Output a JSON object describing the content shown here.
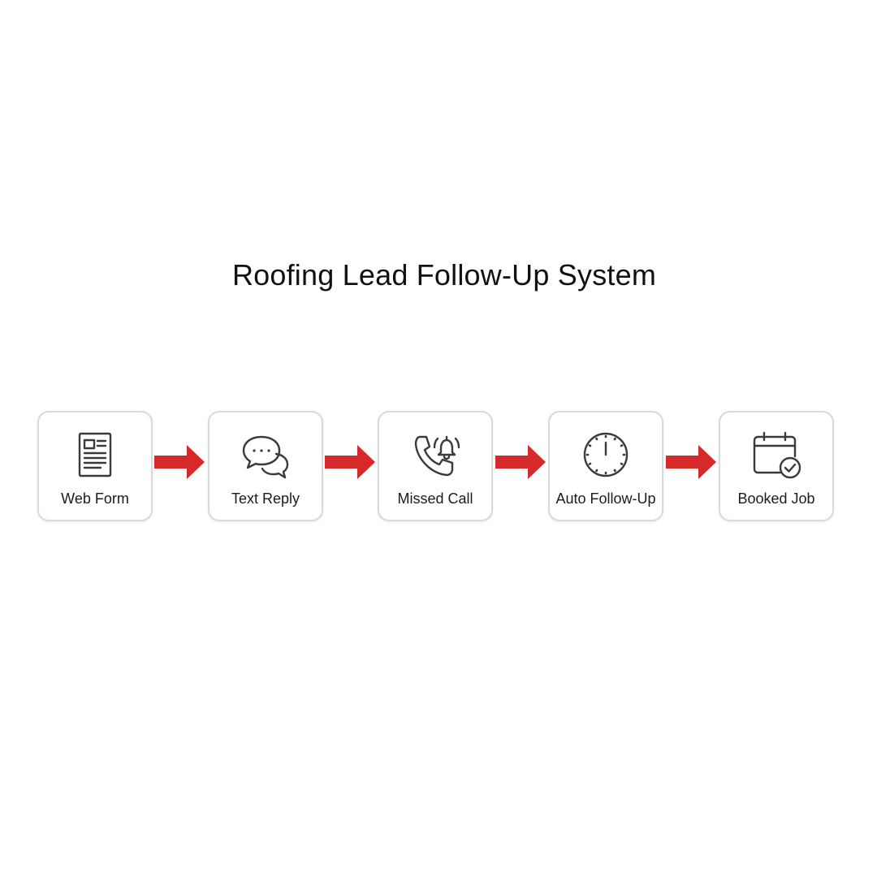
{
  "title": "Roofing Lead Follow-Up System",
  "accent_color": "#d62a2a",
  "icon_color": "#3a3a3a",
  "steps": [
    {
      "label": "Web Form",
      "icon": "form-document-icon"
    },
    {
      "label": "Text Reply",
      "icon": "chat-bubbles-icon"
    },
    {
      "label": "Missed Call",
      "icon": "phone-bell-icon"
    },
    {
      "label": "Auto Follow-Up",
      "icon": "clock-icon"
    },
    {
      "label": "Booked Job",
      "icon": "calendar-check-icon"
    }
  ]
}
